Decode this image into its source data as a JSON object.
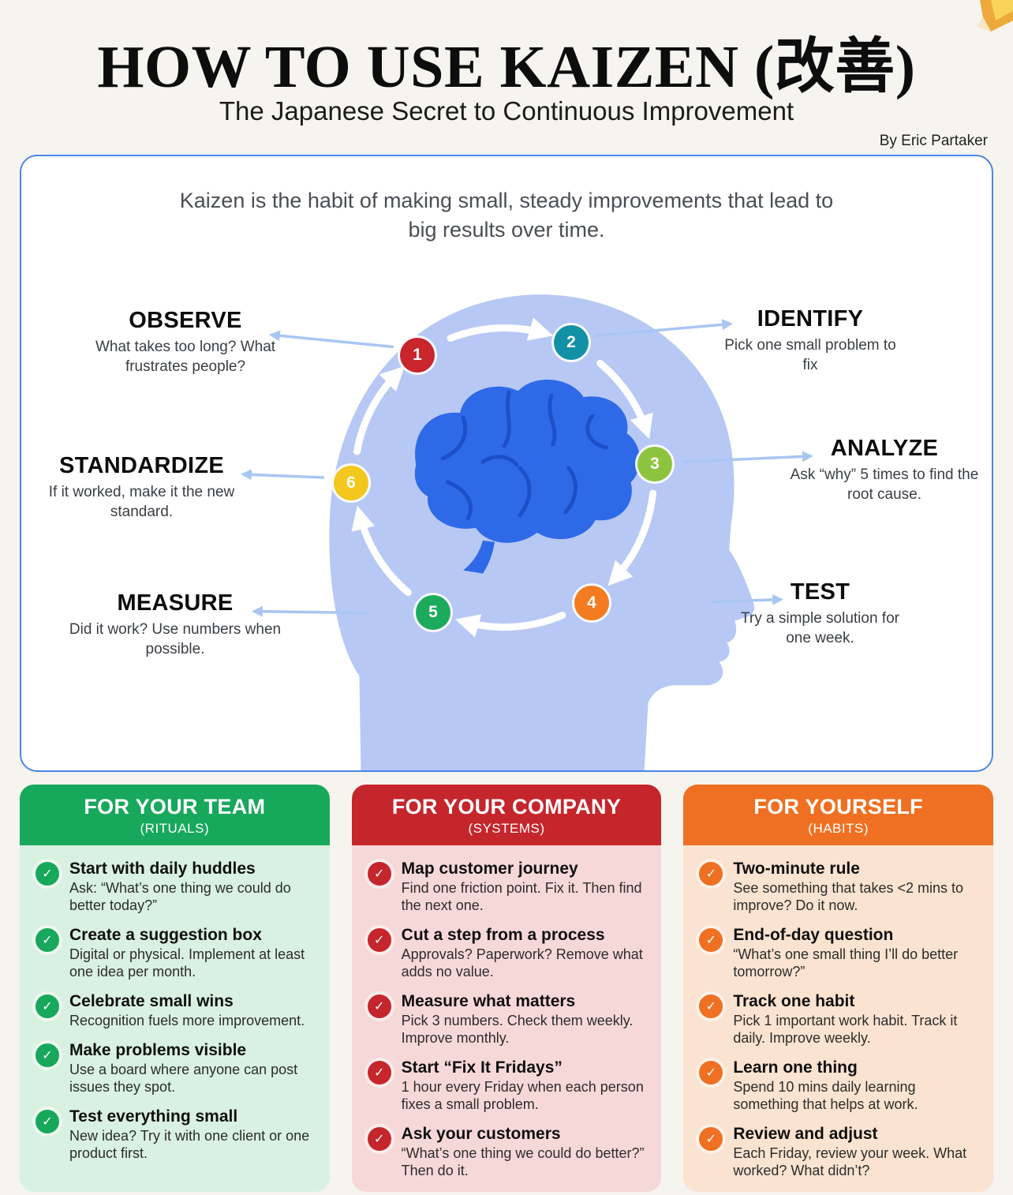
{
  "header": {
    "title": "HOW TO USE KAIZEN (改善)",
    "subtitle": "The Japanese Secret to Continuous Improvement",
    "byline": "By Eric Partaker"
  },
  "intro": "Kaizen is the habit of making small, steady improvements that lead to big results over time.",
  "icons": {
    "check": "✓"
  },
  "colors": {
    "box_border": "#4a86e8",
    "head_fill": "#b7c8f4",
    "brain_fill": "#2e6ae8",
    "cycle_arrow": "#ffffff",
    "pointer_arrow": "#a9c6f3"
  },
  "cycle": {
    "steps": [
      {
        "number": "1",
        "label": "OBSERVE",
        "desc": "What takes too long? What frustrates people?",
        "color": "#c9252c"
      },
      {
        "number": "2",
        "label": "IDENTIFY",
        "desc": "Pick one small problem to fix",
        "color": "#1290a6"
      },
      {
        "number": "3",
        "label": "ANALYZE",
        "desc": "Ask “why” 5 times to find the root cause.",
        "color": "#8cc43f"
      },
      {
        "number": "4",
        "label": "TEST",
        "desc": "Try a simple solution for one week.",
        "color": "#f47b20"
      },
      {
        "number": "5",
        "label": "MEASURE",
        "desc": "Did it work? Use numbers when possible.",
        "color": "#1cab5c"
      },
      {
        "number": "6",
        "label": "STANDARDIZE",
        "desc": "If it worked, make it the new standard.",
        "color": "#f3c71d"
      }
    ]
  },
  "cards": [
    {
      "title": "FOR YOUR TEAM",
      "subtitle": "(RITUALS)",
      "accent": "#17a85b",
      "bg": "#d9f1e1",
      "items": [
        {
          "title": "Start with daily huddles",
          "desc": "Ask: “What’s one thing we could do better today?”"
        },
        {
          "title": "Create a suggestion box",
          "desc": "Digital or physical. Implement at least one idea per month."
        },
        {
          "title": "Celebrate small wins",
          "desc": "Recognition fuels more improvement."
        },
        {
          "title": "Make problems visible",
          "desc": "Use a board where anyone can post issues they spot."
        },
        {
          "title": "Test everything small",
          "desc": "New idea? Try it with one client or one product first."
        }
      ]
    },
    {
      "title": "FOR YOUR COMPANY",
      "subtitle": "(SYSTEMS)",
      "accent": "#c4262c",
      "bg": "#f7d8d9",
      "items": [
        {
          "title": "Map customer journey",
          "desc": "Find one friction point. Fix it. Then find the next one."
        },
        {
          "title": "Cut a step from a process",
          "desc": "Approvals? Paperwork? Remove what adds no value."
        },
        {
          "title": "Measure what matters",
          "desc": "Pick 3 numbers. Check them weekly. Improve monthly."
        },
        {
          "title": "Start “Fix It Fridays”",
          "desc": "1 hour every Friday when each person fixes a small problem."
        },
        {
          "title": "Ask your customers",
          "desc": "“What’s one thing we could do better?” Then do it."
        }
      ]
    },
    {
      "title": "FOR YOURSELF",
      "subtitle": "(HABITS)",
      "accent": "#ef7022",
      "bg": "#fae3d0",
      "items": [
        {
          "title": "Two-minute rule",
          "desc": "See something that takes <2 mins to improve? Do it now."
        },
        {
          "title": "End-of-day question",
          "desc": "“What’s one small thing I’ll do better tomorrow?”"
        },
        {
          "title": "Track one habit",
          "desc": "Pick 1 important work habit. Track it daily. Improve weekly."
        },
        {
          "title": "Learn one thing",
          "desc": "Spend 10 mins daily learning something that helps at work."
        },
        {
          "title": "Review and adjust",
          "desc": "Each Friday, review your week. What worked? What didn’t?"
        }
      ]
    }
  ]
}
